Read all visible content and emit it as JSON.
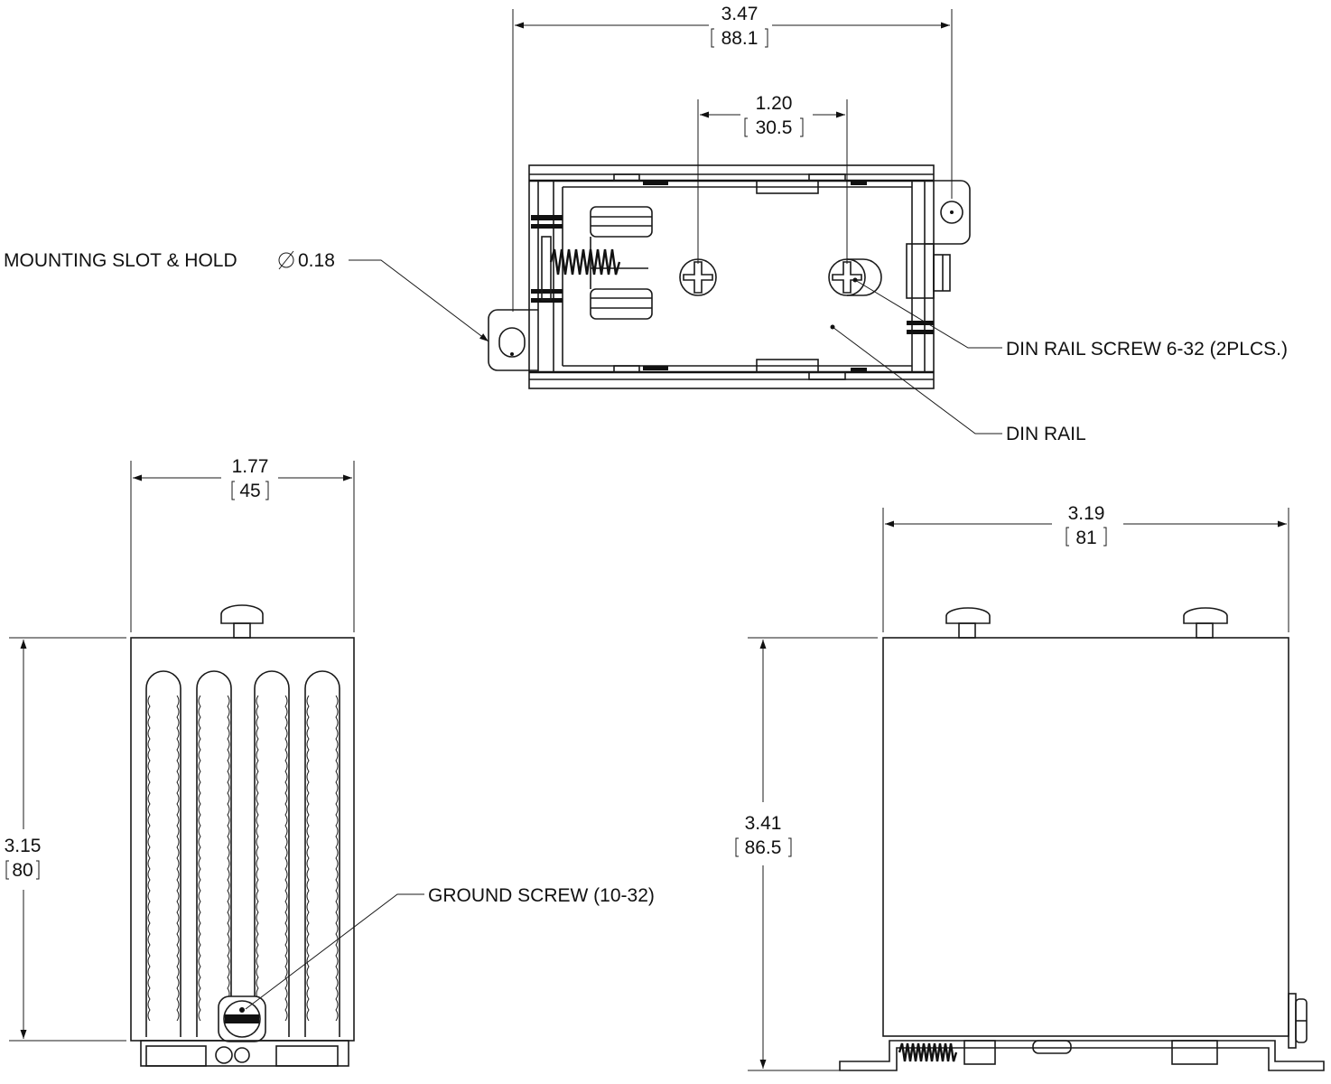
{
  "dimensions": {
    "top_width": {
      "in": "3.47",
      "mm": "88.1"
    },
    "rail_screw_spacing": {
      "in": "1.20",
      "mm": "30.5"
    },
    "front_width": {
      "in": "1.77",
      "mm": "45"
    },
    "front_height": {
      "in": "3.15",
      "mm": "80"
    },
    "side_width": {
      "in": "3.19",
      "mm": "81"
    },
    "side_height": {
      "in": "3.41",
      "mm": "86.5"
    }
  },
  "callouts": {
    "mounting_slot": "MOUNTING SLOT & HOLD",
    "mounting_slot_dia": "0.18",
    "din_rail_screw": "DIN RAIL SCREW 6-32 (2PLCS.)",
    "din_rail": "DIN RAIL",
    "ground_screw": "GROUND SCREW (10-32)"
  }
}
